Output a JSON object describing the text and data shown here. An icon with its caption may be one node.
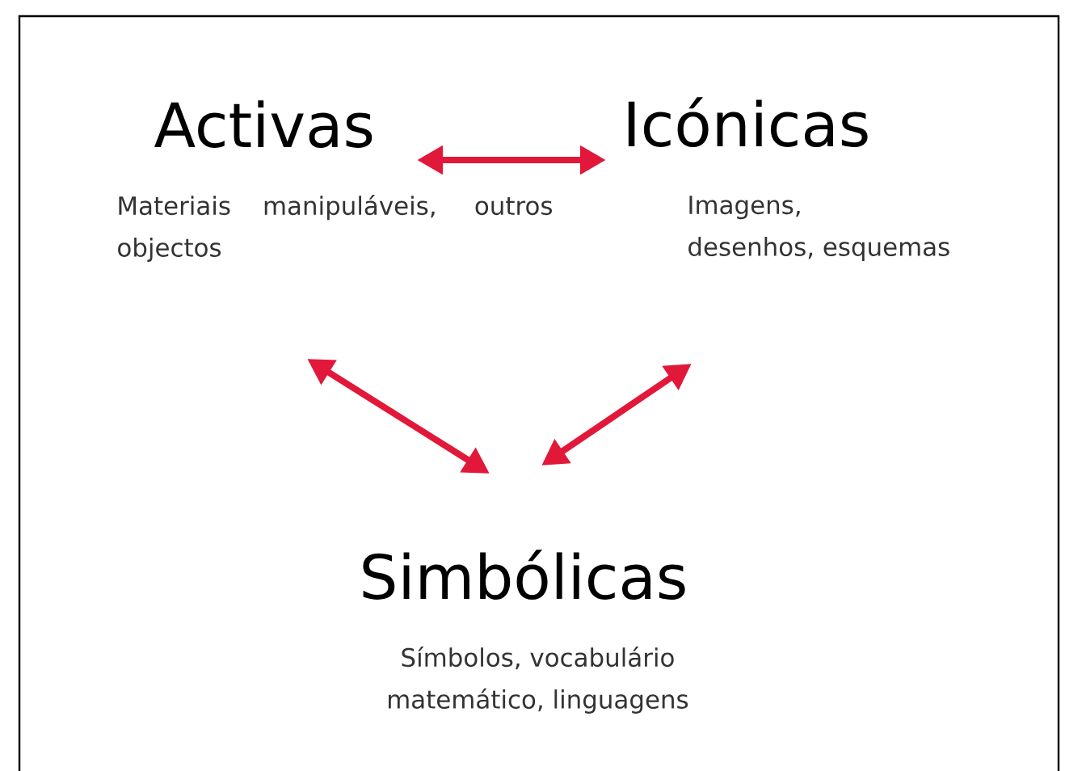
{
  "diagram": {
    "nodes": [
      {
        "text": [
          "Activas",
          "Materiais manipuláveis, outros objectos"
        ]
      },
      {
        "text": [
          "Icónicas",
          "Imagens, desenhos, esquemas"
        ]
      },
      {
        "text": [
          "Simbólicas",
          "Símbolos, vocabulário matemático, linguagens"
        ]
      }
    ],
    "edges": [
      {
        "from": 0,
        "to": 1,
        "arrow": "both"
      },
      {
        "from": 0,
        "to": 2,
        "arrow": "both"
      },
      {
        "from": 1,
        "to": 2,
        "arrow": "both"
      }
    ]
  }
}
